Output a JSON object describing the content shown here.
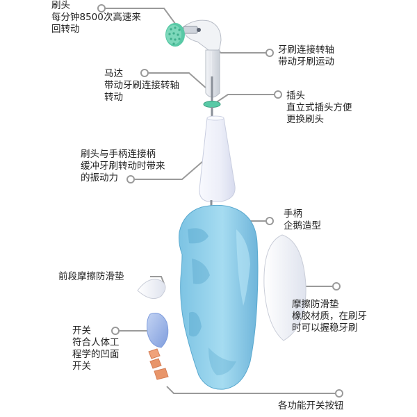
{
  "callouts": {
    "head": [
      "刷头",
      "每分钟8500次高速来",
      "回转动"
    ],
    "shaft": [
      "牙刷连接转轴",
      "带动牙刷运动"
    ],
    "motor": [
      "马达",
      "带动牙刷连接转轴",
      "转动"
    ],
    "plug": [
      "插头",
      "直立式插头方便",
      "更换刷头"
    ],
    "connector": [
      "刷头与手柄连接柄",
      "缓冲牙刷转动时带来",
      "的振动力"
    ],
    "handle": [
      "手柄",
      "企鹅造型"
    ],
    "front_pad": [
      "前段摩擦防滑垫"
    ],
    "side_pad": [
      "摩擦防滑垫",
      "橡胶材质，在刷牙",
      "时可以握稳牙刷"
    ],
    "switch": [
      "开关",
      "符合人体工",
      "程学的凹面",
      "开关"
    ],
    "buttons": [
      "各功能开关按钮"
    ]
  },
  "colors": {
    "handle": "#8fcfe8",
    "handle_shadow": "#5aa9cf",
    "bristles": "#59c9a6",
    "connector": "#eef0f8",
    "switch": "#9fb8e8",
    "buttons": "#e8956a",
    "leader": "#9a9a9a"
  }
}
